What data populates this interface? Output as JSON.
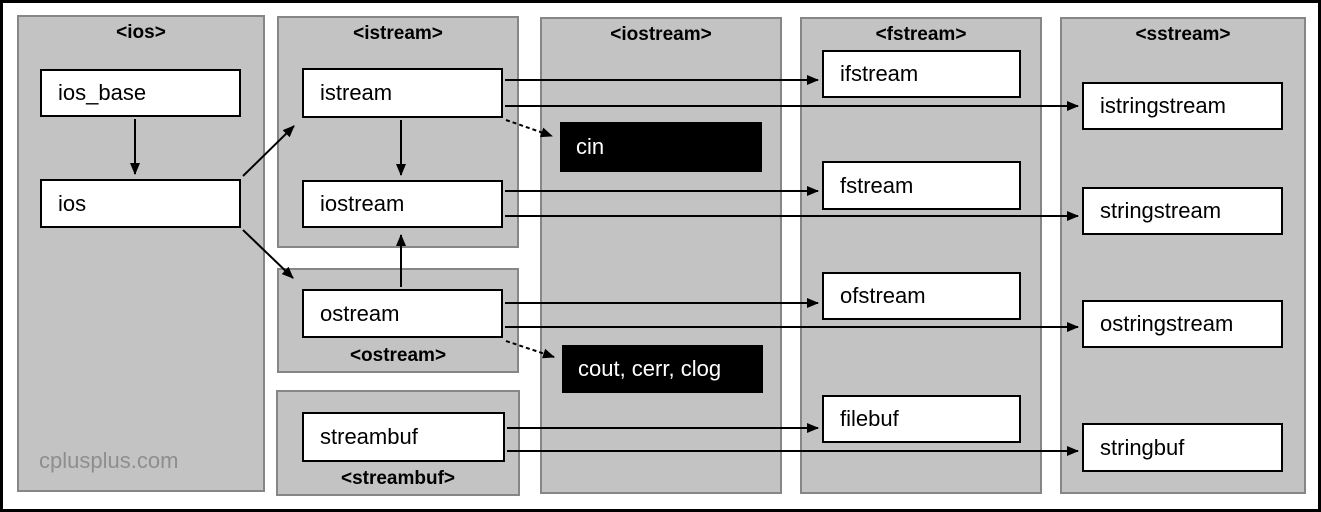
{
  "watermark": "cplusplus.com",
  "colors": {
    "panel_fill": "#c3c3c3",
    "panel_border": "#868686",
    "node_bg": "#ffffff",
    "node_border": "#000000",
    "special_node_bg": "#000000",
    "special_node_text": "#ffffff",
    "arrow": "#000000",
    "watermark_text": "#8e8e8e"
  },
  "panels": {
    "ios": "<ios>",
    "istream": "<istream>",
    "ostream": "<ostream>",
    "streambuf": "<streambuf>",
    "iostream": "<iostream>",
    "fstream": "<fstream>",
    "sstream": "<sstream>"
  },
  "boxes": {
    "ios_base": "ios_base",
    "ios": "ios",
    "istream": "istream",
    "iostream": "iostream",
    "ostream": "ostream",
    "streambuf": "streambuf",
    "ifstream": "ifstream",
    "fstream": "fstream",
    "ofstream": "ofstream",
    "filebuf": "filebuf",
    "istringstream": "istringstream",
    "stringstream": "stringstream",
    "ostringstream": "ostringstream",
    "stringbuf": "stringbuf"
  },
  "special": {
    "cin": "cin",
    "cout_group": "cout, cerr, clog"
  },
  "edges": [
    {
      "from": "ios_base",
      "to": "ios",
      "style": "solid"
    },
    {
      "from": "ios",
      "to": "istream",
      "style": "solid"
    },
    {
      "from": "ios",
      "to": "ostream",
      "style": "solid"
    },
    {
      "from": "istream",
      "to": "iostream",
      "style": "solid"
    },
    {
      "from": "ostream",
      "to": "iostream",
      "style": "solid"
    },
    {
      "from": "istream",
      "to": "cin",
      "style": "dashed"
    },
    {
      "from": "ostream",
      "to": "cout, cerr, clog",
      "style": "dashed"
    },
    {
      "from": "istream",
      "to": "ifstream",
      "style": "solid"
    },
    {
      "from": "istream",
      "to": "istringstream",
      "style": "solid"
    },
    {
      "from": "iostream",
      "to": "fstream",
      "style": "solid"
    },
    {
      "from": "iostream",
      "to": "stringstream",
      "style": "solid"
    },
    {
      "from": "ostream",
      "to": "ofstream",
      "style": "solid"
    },
    {
      "from": "ostream",
      "to": "ostringstream",
      "style": "solid"
    },
    {
      "from": "streambuf",
      "to": "filebuf",
      "style": "solid"
    },
    {
      "from": "streambuf",
      "to": "stringbuf",
      "style": "solid"
    }
  ]
}
